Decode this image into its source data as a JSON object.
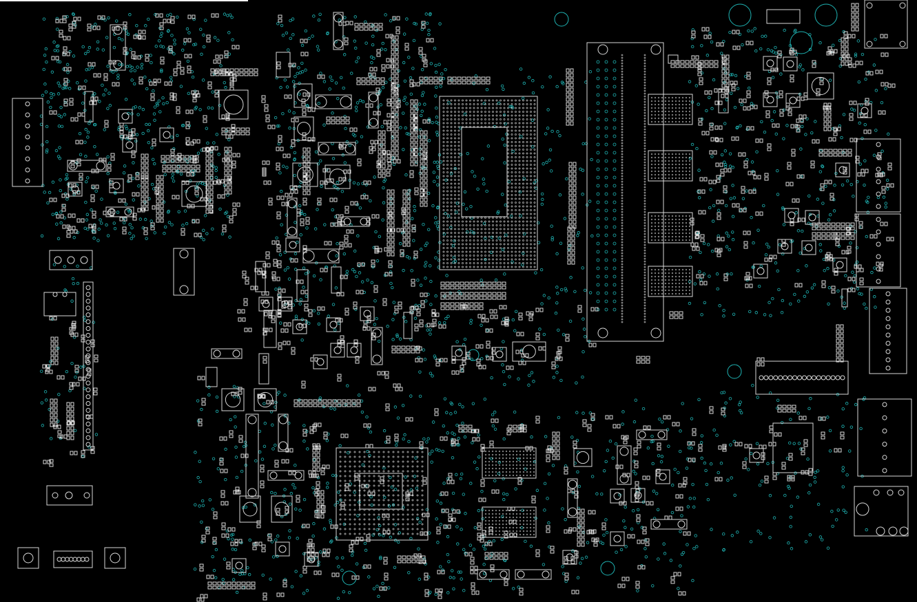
{
  "app": {
    "view": "pcb-boardview",
    "layer": "top",
    "background_color": "#000000",
    "outline_color": "#d9d9d9",
    "via_color": "#1fb5b5"
  },
  "toolbar": {
    "visible_labels": []
  },
  "components": {
    "cpu_bga": {
      "kind": "bga",
      "icon": "cpu-icon"
    },
    "pch_bga": {
      "kind": "bga",
      "icon": "chip-icon"
    },
    "so_dimm": {
      "kind": "connector",
      "icon": "memory-slot-icon"
    },
    "dram_chips": {
      "count": 4,
      "icon": "memory-chip-icon"
    },
    "right_ports": {
      "count": 5,
      "icon": "port-icon"
    }
  }
}
